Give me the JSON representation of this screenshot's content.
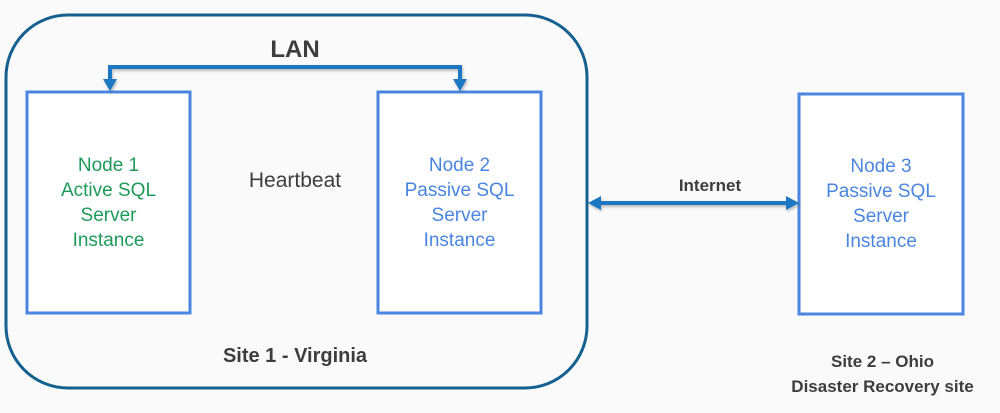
{
  "diagram": {
    "lan_label": "LAN",
    "heartbeat_label": "Heartbeat",
    "internet_label": "Internet",
    "site1_label": "Site 1 - Virginia",
    "site2_label_line1": "Site 2 – Ohio",
    "site2_label_line2": "Disaster Recovery site",
    "nodes": [
      {
        "lines": [
          "Node 1",
          "Active SQL",
          "Server",
          "Instance"
        ],
        "role": "active",
        "text_color": "#1e9a5a"
      },
      {
        "lines": [
          "Node 2",
          "Passive SQL",
          "Server",
          "Instance"
        ],
        "role": "passive",
        "text_color": "#4a86e0"
      },
      {
        "lines": [
          "Node 3",
          "Passive SQL",
          "Server",
          "Instance"
        ],
        "role": "passive",
        "text_color": "#4a86e0"
      }
    ],
    "colors": {
      "site_border": "#14608f",
      "node_border": "#4a86e0",
      "connector": "#1a78c2",
      "label_text": "#3d3d3d"
    }
  }
}
